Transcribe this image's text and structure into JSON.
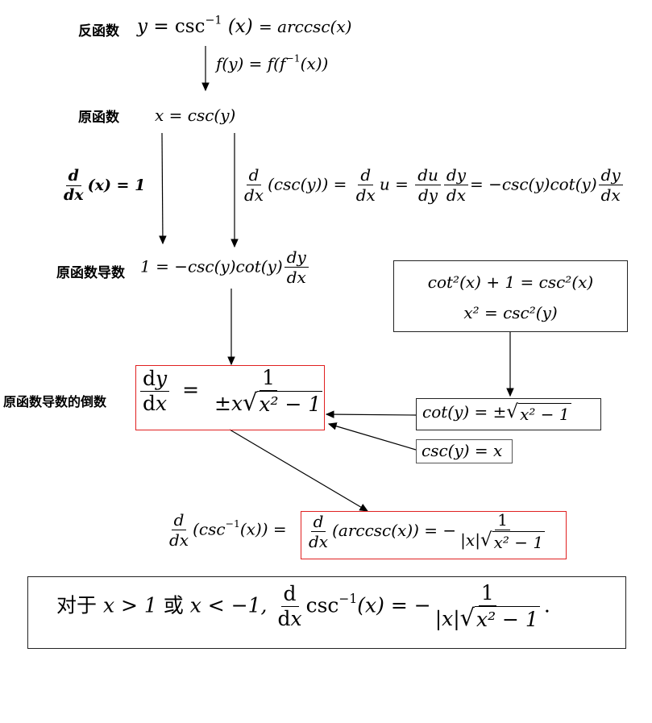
{
  "labels": {
    "inverse": "反函数",
    "original": "原函数",
    "original_derivative": "原函数导数",
    "reciprocal": "原函数导数的倒数"
  },
  "eq": {
    "y": "y",
    "eq": "=",
    "csc": "csc",
    "inv_sup": "−1",
    "lpar_x_rpar": "(x)",
    "arccsc_rhs": "= arccsc(x)",
    "fy_chain": "f(y) = f(f",
    "fy_chain_end": "(x))",
    "x_eq_csc_y": "x = csc(y)",
    "d": "d",
    "dx": "dx",
    "dx_x_eq_1": "(x) = 1",
    "csc_y_paren": "(csc(y)) =",
    "u_eq": "u =",
    "du": "du",
    "dy": "dy",
    "chain_rhs": "= −csc(y)cot(y)",
    "one_eq": "1 = −csc(y)cot(y)",
    "one": "1",
    "pm_x": "±x",
    "x2_minus_1": "x² − 1",
    "cot2_line": "cot²(x) + 1 = csc²(x)",
    "x2_line": "x² = csc²(y)",
    "cot_y_eq": "cot(y) = ±",
    "csc_y_eq_x": "csc(y) = x",
    "csc_inv_lhs": "(csc",
    "csc_inv_lhs_end": "(x)) =",
    "arccsc_paren": "(arccsc(x)) = −",
    "abs_x": "|x|",
    "final_prefix": "对于",
    "final_cond1": "x > 1",
    "final_or": "或",
    "final_cond2": "x < −1,",
    "final_csc": "csc",
    "final_after": "(x) = −",
    "final_period": "."
  }
}
